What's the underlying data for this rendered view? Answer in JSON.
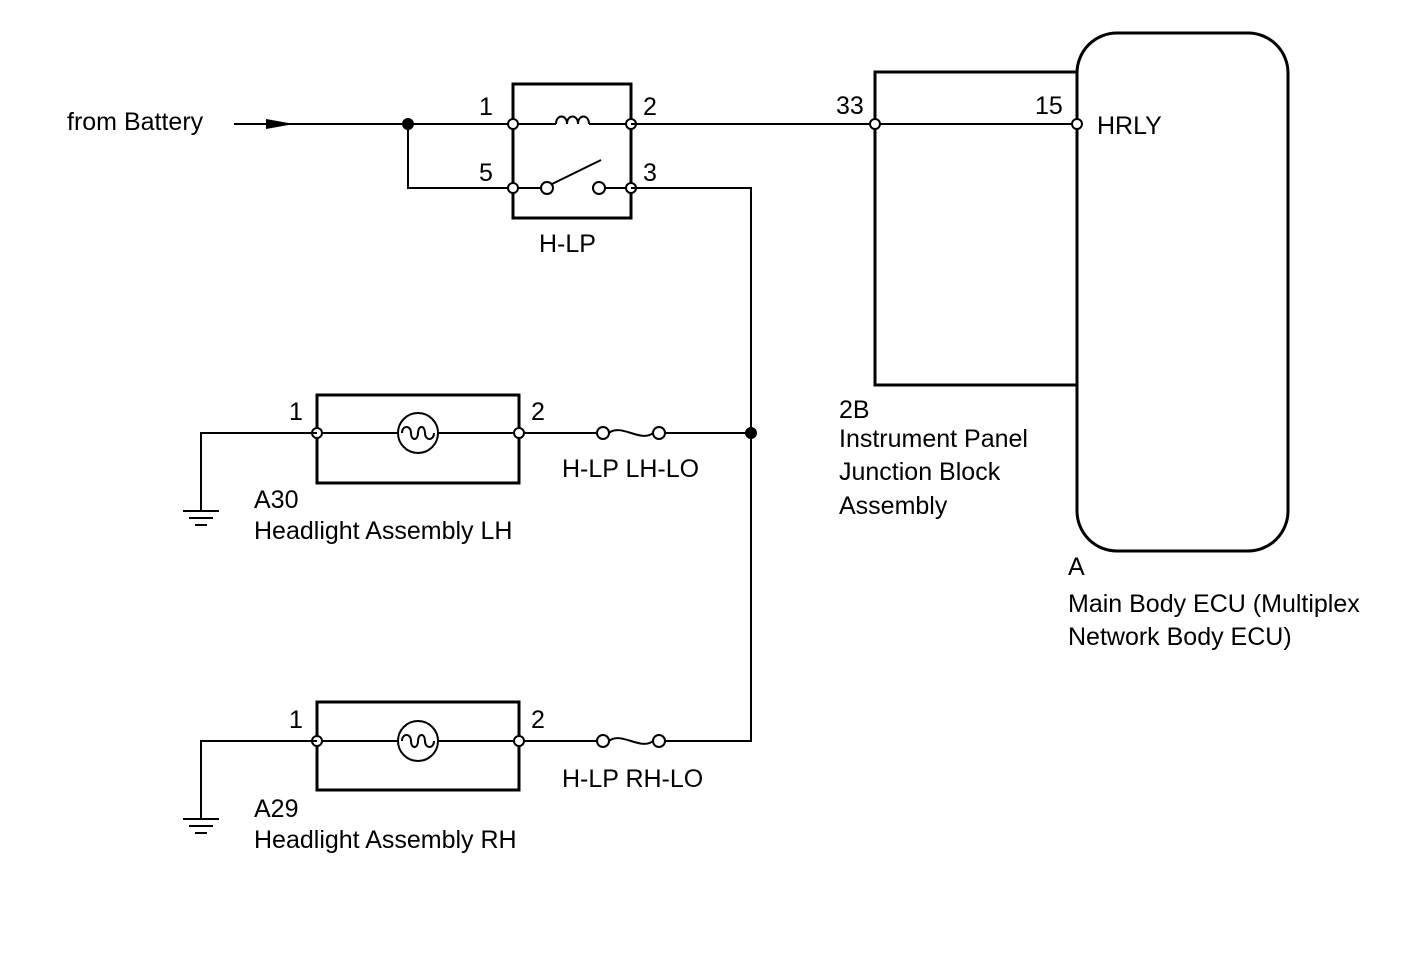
{
  "source_label": "from Battery",
  "relay": {
    "name": "H-LP",
    "pins": {
      "p1": "1",
      "p2": "2",
      "p3": "3",
      "p5": "5"
    }
  },
  "fuses": {
    "lh": "H-LP LH-LO",
    "rh": "H-LP RH-LO"
  },
  "headlight_lh": {
    "code": "A30",
    "name": "Headlight Assembly LH",
    "pin1": "1",
    "pin2": "2"
  },
  "headlight_rh": {
    "code": "A29",
    "name": "Headlight Assembly RH",
    "pin1": "1",
    "pin2": "2"
  },
  "junction_block": {
    "code": "2B",
    "name_lines": [
      "Instrument Panel",
      "Junction Block",
      "Assembly"
    ],
    "pin": "33"
  },
  "ecu": {
    "code": "A",
    "name_lines": [
      "Main Body ECU (Multiplex",
      "Network Body ECU)"
    ],
    "pin": "15",
    "signal": "HRLY"
  }
}
